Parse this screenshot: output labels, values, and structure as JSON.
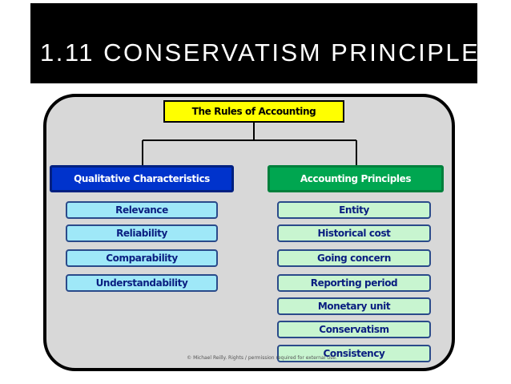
{
  "slide": {
    "title": "1.11 CONSERVATISM PRINCIPLE"
  },
  "diagram": {
    "root": "The Rules of Accounting",
    "left": {
      "heading": "Qualitative Characteristics",
      "items": [
        "Relevance",
        "Reliability",
        "Comparability",
        "Understandability"
      ]
    },
    "right": {
      "heading": "Accounting Principles",
      "items": [
        "Entity",
        "Historical cost",
        "Going concern",
        "Reporting period",
        "Monetary unit",
        "Conservatism",
        "Consistency"
      ]
    },
    "copyright": "© Michael Reilly. Rights / permission required for external use."
  },
  "colors": {
    "root_fill": "#ffff00",
    "left_heading_fill": "#0033cc",
    "right_heading_fill": "#00a650",
    "left_item_fill": "#9fe8f8",
    "right_item_fill": "#c8f5d0",
    "panel_fill": "#d8d8d8"
  }
}
